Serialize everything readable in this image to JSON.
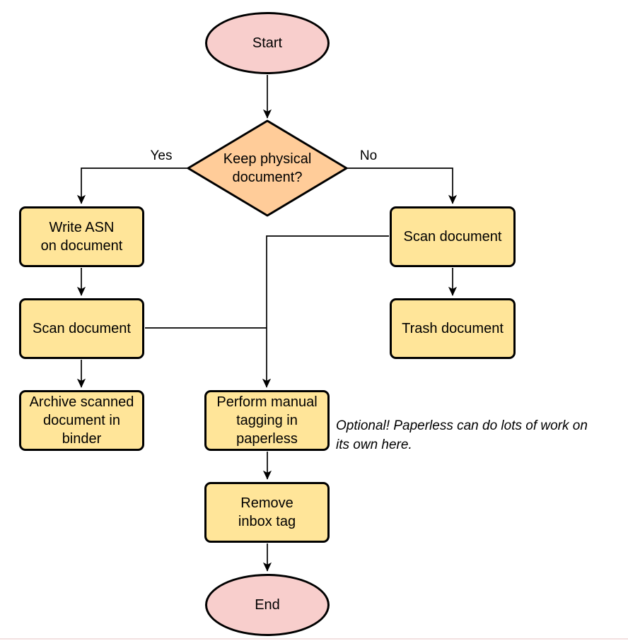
{
  "colors": {
    "terminal_fill": "#F8CECC",
    "decision_fill": "#FFCC99",
    "process_fill": "#FFE599",
    "stroke": "#000000",
    "bottom_divider": "#F2E0E0"
  },
  "nodes": {
    "start": {
      "type": "terminal",
      "label": "Start"
    },
    "keep_physical": {
      "type": "decision",
      "label": "Keep physical\ndocument?"
    },
    "write_asn": {
      "type": "process",
      "label": "Write ASN\non document"
    },
    "scan_left": {
      "type": "process",
      "label": "Scan document"
    },
    "archive": {
      "type": "process",
      "label": "Archive scanned\ndocument in\nbinder"
    },
    "scan_right": {
      "type": "process",
      "label": "Scan document"
    },
    "trash": {
      "type": "process",
      "label": "Trash document"
    },
    "tagging": {
      "type": "process",
      "label": "Perform manual\ntagging in\npaperless"
    },
    "remove_inbox": {
      "type": "process",
      "label": "Remove\ninbox tag"
    },
    "end": {
      "type": "terminal",
      "label": "End"
    }
  },
  "edge_labels": {
    "yes": "Yes",
    "no": "No"
  },
  "annotation": "Optional! Paperless can do lots of work on\nits own here."
}
